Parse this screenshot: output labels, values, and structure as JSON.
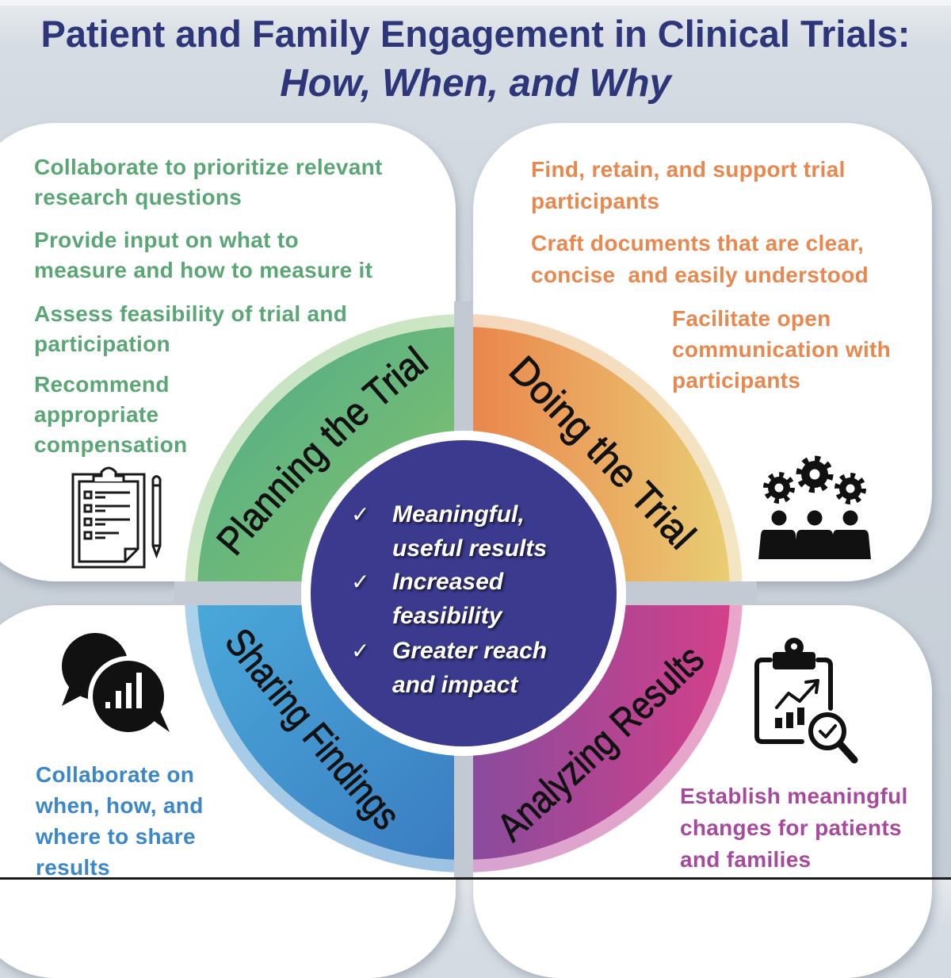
{
  "title": {
    "line1": "Patient and Family Engagement in Clinical Trials:",
    "line2": "How, When, and Why"
  },
  "colors": {
    "title": "#2d3678",
    "planning_text": "#5aa674",
    "doing_text": "#e8884f",
    "sharing_text": "#3b87c8",
    "analyzing_text": "#a7499c",
    "center_fill": "#3b3a8f",
    "planning_ring": [
      "#4dab8c",
      "#86c36a",
      "#c3e1c1",
      "#d8ecc9"
    ],
    "doing_ring": [
      "#ea874d",
      "#e9d076",
      "#f5d6bc",
      "#f3e6c2"
    ],
    "sharing_ring": [
      "#4aa8d9",
      "#3a7cc1",
      "#acd2eb",
      "#9ec2e2"
    ],
    "analyzing_ring": [
      "#8a4b9c",
      "#d4408a",
      "#d7a3d0",
      "#eba6ca"
    ]
  },
  "quadrants": {
    "planning": {
      "label": "Planning the Trial",
      "icon": "clipboard-checklist-icon",
      "paragraphs": [
        [
          "Collaborate to prioritize relevant",
          "research questions"
        ],
        [
          "Provide input on what to",
          "measure and how to measure it"
        ],
        [
          "Assess feasibility of trial and",
          "participation"
        ],
        [
          "Recommend",
          "appropriate",
          "compensation"
        ]
      ]
    },
    "doing": {
      "label": "Doing the Trial",
      "icon": "gears-team-icon",
      "paragraphs": [
        [
          "Find, retain, and support trial",
          "participants"
        ],
        [
          "Craft documents that are clear,",
          "concise  and easily understood"
        ],
        [
          "Facilitate open",
          "communication with",
          "participants"
        ]
      ]
    },
    "sharing": {
      "label": "Sharing Findings",
      "icon": "chat-bubbles-chart-icon",
      "paragraphs": [
        [
          "Collaborate on",
          "when, how, and",
          "where to share",
          "results"
        ]
      ]
    },
    "analyzing": {
      "label": "Analyzing Results",
      "icon": "clipboard-analytics-icon",
      "paragraphs": [
        [
          "Establish meaningful",
          "changes for patients",
          "and families"
        ]
      ]
    }
  },
  "center": {
    "check_glyph": "✓",
    "items": [
      [
        "Meaningful,",
        "useful results"
      ],
      [
        "Increased",
        "feasibility"
      ],
      [
        "Greater reach",
        "and impact"
      ]
    ]
  }
}
